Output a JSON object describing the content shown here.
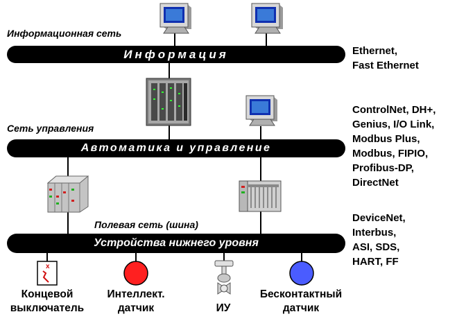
{
  "info": {
    "network_label": "Информационная сеть",
    "bus_label": "Информация",
    "protocols": [
      "Ethernet,",
      "Fast Ethernet"
    ]
  },
  "control": {
    "network_label": "Сеть управления",
    "bus_label": "Автоматика и управление",
    "protocols": [
      "ControlNet, DH+,",
      "Genius, I/O Link,",
      "Modbus Plus,",
      "Modbus, FIPIO,",
      "Profibus-DP,",
      "DirectNet"
    ]
  },
  "field": {
    "network_label": "Полевая сеть (шина)",
    "bus_label": "Устройства нижнего уровня",
    "protocols": [
      "DeviceNet,",
      "Interbus,",
      "ASI, SDS,",
      "HART, FF"
    ]
  },
  "devices": [
    {
      "lines": [
        "Концевой",
        "выключатель"
      ]
    },
    {
      "lines": [
        "Интеллект.",
        "датчик"
      ],
      "color": "#ff2020"
    },
    {
      "lines": [
        "ИУ"
      ]
    },
    {
      "lines": [
        "Бесконтактный",
        "датчик"
      ],
      "color": "#4a5cff"
    }
  ]
}
